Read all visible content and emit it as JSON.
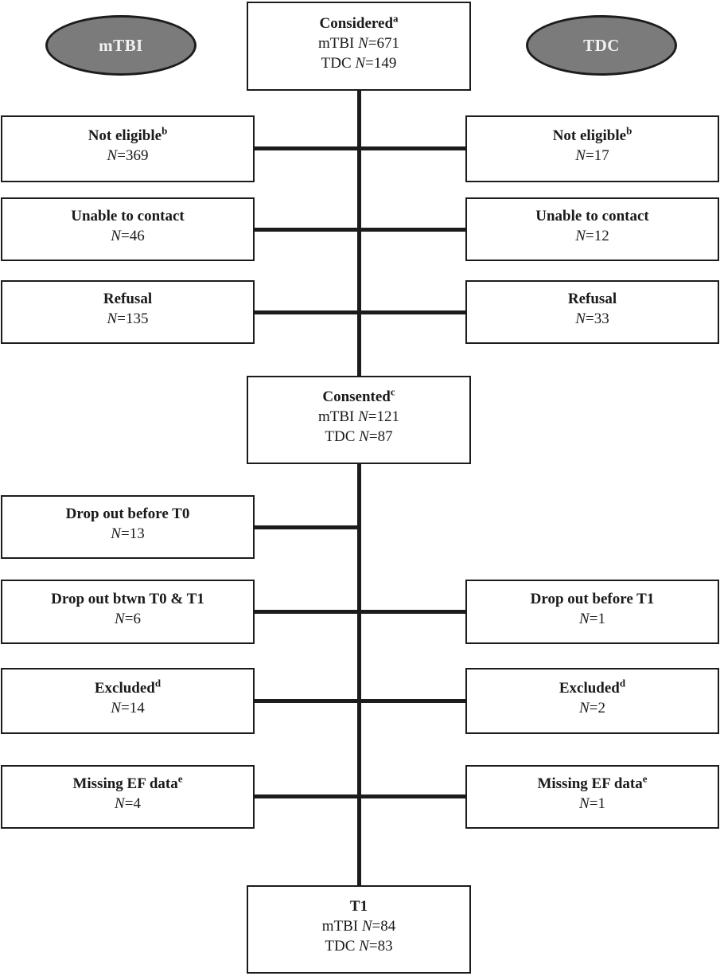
{
  "groups": {
    "left": {
      "label": "mTBI"
    },
    "right": {
      "label": "TDC"
    }
  },
  "center_boxes": {
    "considered": {
      "title": "Considered",
      "sup": "a",
      "rows": [
        {
          "label": "mTBI",
          "n": "N",
          "value": "=671"
        },
        {
          "label": "TDC",
          "n": "N",
          "value": "=149"
        }
      ]
    },
    "consented": {
      "title": "Consented",
      "sup": "c",
      "rows": [
        {
          "label": "mTBI",
          "n": "N",
          "value": "=121"
        },
        {
          "label": "TDC",
          "n": "N",
          "value": "=87"
        }
      ]
    },
    "t1": {
      "title": "T1",
      "sup": "",
      "rows": [
        {
          "label": "mTBI",
          "n": "N",
          "value": "=84"
        },
        {
          "label": "TDC",
          "n": "N",
          "value": "=83"
        }
      ]
    }
  },
  "left_column": [
    {
      "title": "Not eligible",
      "sup": "b",
      "n": "N",
      "value": "=369"
    },
    {
      "title": "Unable to contact",
      "sup": "",
      "n": "N",
      "value": "=46"
    },
    {
      "title": "Refusal",
      "sup": "",
      "n": "N",
      "value": "=135"
    },
    {
      "title": "Drop out before T0",
      "sup": "",
      "n": "N",
      "value": "=13"
    },
    {
      "title": "Drop out btwn T0 & T1",
      "sup": "",
      "n": "N",
      "value": "=6"
    },
    {
      "title": "Excluded",
      "sup": "d",
      "n": "N",
      "value": "=14"
    },
    {
      "title": "Missing EF data",
      "sup": "e",
      "n": "N",
      "value": "=4"
    }
  ],
  "right_column": [
    {
      "title": "Not eligible",
      "sup": "b",
      "n": "N",
      "value": "=17"
    },
    {
      "title": "Unable to contact",
      "sup": "",
      "n": "N",
      "value": "=12"
    },
    {
      "title": "Refusal",
      "sup": "",
      "n": "N",
      "value": "=33"
    },
    {
      "title": "Drop out before T1",
      "sup": "",
      "n": "N",
      "value": "=1"
    },
    {
      "title": "Excluded",
      "sup": "d",
      "n": "N",
      "value": "=2"
    },
    {
      "title": "Missing EF data",
      "sup": "e",
      "n": "N",
      "value": "=1"
    }
  ],
  "colors": {
    "background": "#ffffff",
    "box_border": "#1c1c1c",
    "line": "#1c1c1c",
    "ellipse_fill": "#7b7b7b",
    "ellipse_text": "#f2f2f2"
  }
}
